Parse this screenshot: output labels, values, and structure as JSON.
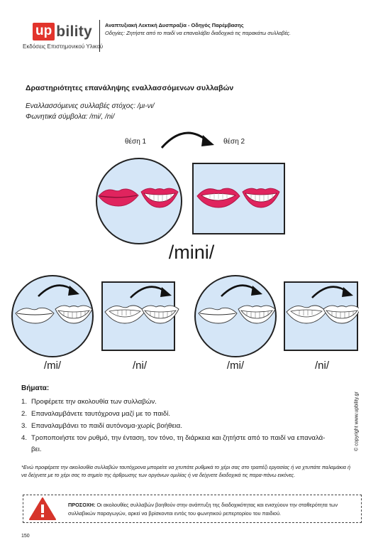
{
  "header": {
    "logo_up": "up",
    "logo_rest": "bility",
    "logo_subtitle": "Εκδόσεις Επιστημονικού Υλικού",
    "title": "Αναπτυξιακή Λεκτική Δυσπραξία - Οδηγός Παρέμβασης",
    "instruction_label": "Οδηγίες:",
    "instruction_text": "Ζητήστε από το παιδί να επαναλάβει διαδοχικά τις παρακάτω συλλαβές."
  },
  "section": {
    "title": "Δραστηριότητες επανάληψης εναλλασσόμενων συλλαβών",
    "target_label": "Εναλλασσόμενες συλλαβές στόχος: /μι-νι/",
    "phonetic_label": "Φωνητικά σύμβολα: /mi/, /ni/"
  },
  "demo": {
    "position1": "θέση 1",
    "position2": "θέση 2",
    "word": "/mini/"
  },
  "sequence": [
    "/mi/",
    "/ni/",
    "/mi/",
    "/ni/"
  ],
  "steps": {
    "title": "Βήματα:",
    "items": [
      {
        "num": "1.",
        "text": "Προφέρετε την ακολουθία των συλλαβών."
      },
      {
        "num": "2.",
        "text": "Επαναλαμβάνετε ταυτόχρονα μαζί με το παιδί."
      },
      {
        "num": "3.",
        "text": "Επαναλαμβάνει το παιδί αυτόνομα-χωρίς βοήθεια."
      },
      {
        "num": "4.",
        "text": "Τροποποιήστε τον ρυθμό, την ένταση, τον τόνο, τη διάρκεια και ζητήστε από το παιδί να επαναλά-"
      },
      {
        "num": "",
        "text": "βει."
      }
    ]
  },
  "note": "*Ενώ προφέρετε την ακολουθία συλλαβών ταυτόχρονα μπορείτε να χτυπάτε ρυθμικά το χέρι σας στο τραπέζι εργασίας ή να χτυπάτε παλαμάκια ή να δείχνετε με το χέρι σας το σημείο της άρθρωσης των οργάνων ομιλίας ή να δείχνετε διαδοχικά τις παρα-πάνω εικόνες.",
  "copyright": "© copyright www.upbility.gr",
  "warning": {
    "label": "ΠΡΟΣΟΧΗ:",
    "text": "Οι ακολουθίες συλλαβών βοηθούν στην ανάπτυξη της διαδοχικότητας και ενισχύουν την σταθερότητα των συλλαβικών παραγωγών, αρκεί να βρίσκονται εντός του φωνητικού ρεπερτορίου του παιδιού."
  },
  "page_number": "150",
  "colors": {
    "brand_red": "#e2342c",
    "lip_red": "#e0245e",
    "panel_blue": "#d5e6f7"
  }
}
